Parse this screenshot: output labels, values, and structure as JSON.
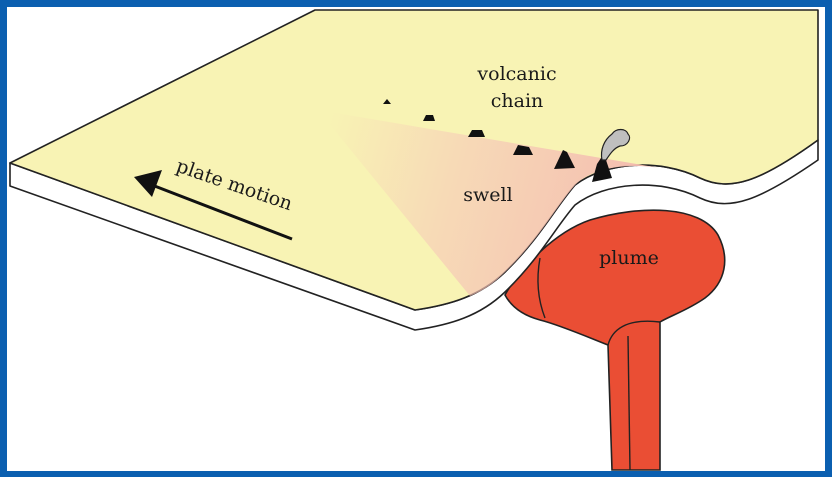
{
  "labels": {
    "volcanic_line1": "volcanic",
    "volcanic_line2": "chain",
    "swell": "swell",
    "plate_motion": "plate motion",
    "plume": "plume"
  },
  "colors": {
    "frame": "#0b5fb0",
    "plate": "#f8f3b4",
    "plate_edge": "#ffffff",
    "swell": "#f6c4b8",
    "plume": "#ea4e34",
    "outline": "#222222"
  }
}
